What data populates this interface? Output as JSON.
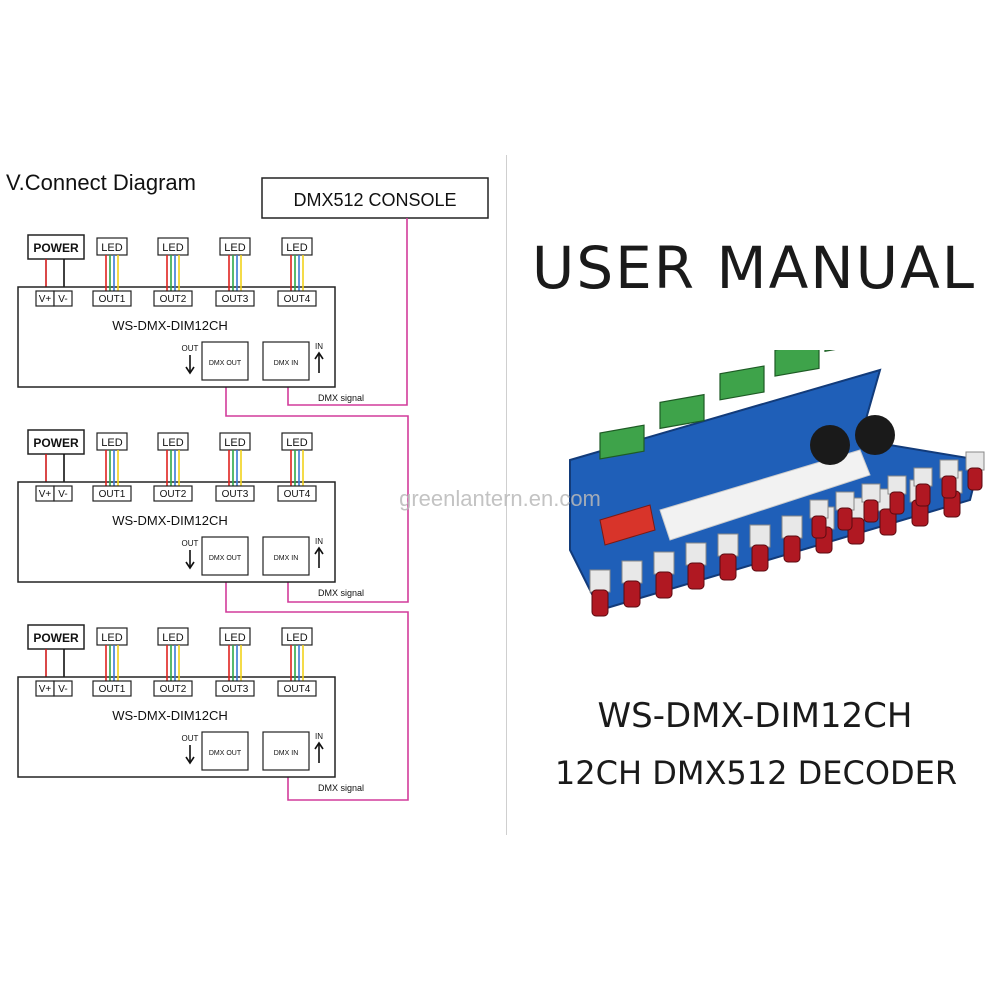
{
  "diagram": {
    "title": "V.Connect Diagram",
    "console_label": "DMX512 CONSOLE",
    "units": [
      {
        "power_label": "POWER",
        "vplus_label": "V+",
        "vminus_label": "V-",
        "led_labels": [
          "LED",
          "LED",
          "LED",
          "LED"
        ],
        "out_labels": [
          "OUT1",
          "OUT2",
          "OUT3",
          "OUT4"
        ],
        "model_label": "WS-DMX-DIM12CH",
        "out_arrow_label": "OUT",
        "in_arrow_label": "IN",
        "dmx_out_label": "DMX OUT",
        "dmx_in_label": "DMX IN",
        "signal_label": "DMX signal"
      },
      {
        "power_label": "POWER",
        "vplus_label": "V+",
        "vminus_label": "V-",
        "led_labels": [
          "LED",
          "LED",
          "LED",
          "LED"
        ],
        "out_labels": [
          "OUT1",
          "OUT2",
          "OUT3",
          "OUT4"
        ],
        "model_label": "WS-DMX-DIM12CH",
        "out_arrow_label": "OUT",
        "in_arrow_label": "IN",
        "dmx_out_label": "DMX OUT",
        "dmx_in_label": "DMX IN",
        "signal_label": "DMX signal"
      },
      {
        "power_label": "POWER",
        "vplus_label": "V+",
        "vminus_label": "V-",
        "led_labels": [
          "LED",
          "LED",
          "LED",
          "LED"
        ],
        "out_labels": [
          "OUT1",
          "OUT2",
          "OUT3",
          "OUT4"
        ],
        "model_label": "WS-DMX-DIM12CH",
        "out_arrow_label": "OUT",
        "in_arrow_label": "IN",
        "dmx_out_label": "DMX OUT",
        "dmx_in_label": "DMX IN",
        "signal_label": "DMX signal"
      }
    ],
    "wire_colors": {
      "power_positive": "#d11a1a",
      "power_negative": "#111111",
      "led_wires": [
        "#e0231f",
        "#2fa84a",
        "#3a7bd5",
        "#f2d21b"
      ],
      "dmx_line": "#d23c9b"
    }
  },
  "manual": {
    "title": "USER MANUAL",
    "model": "WS-DMX-DIM12CH",
    "subtitle": "12CH DMX512 DECODER"
  },
  "watermark": "greenlantern.en.com",
  "product_colors": {
    "board": "#1f5fb8",
    "terminal": "#3ea34a",
    "knob": "#b01822",
    "pot_body": "#e8e8e8",
    "dip_switch": "#d8342a"
  }
}
